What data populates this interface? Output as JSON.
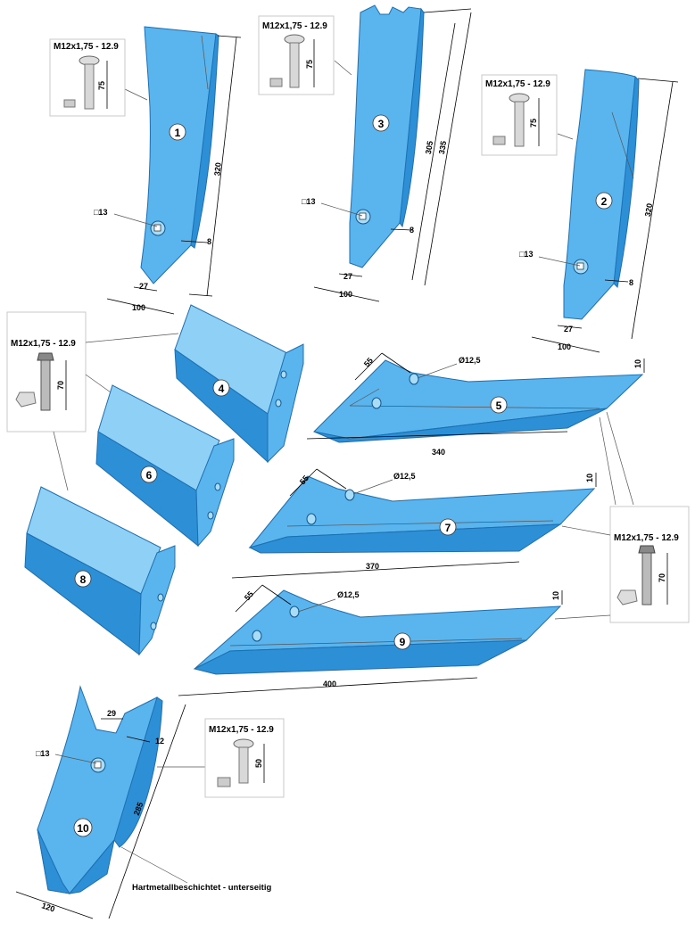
{
  "parts": [
    {
      "id": "part-1",
      "number": "1",
      "dims": [
        "320",
        "8",
        "27",
        "100"
      ],
      "square": "□13"
    },
    {
      "id": "part-3",
      "number": "3",
      "dims": [
        "305",
        "335",
        "8",
        "27",
        "100"
      ],
      "square": "□13"
    },
    {
      "id": "part-2",
      "number": "2",
      "dims": [
        "320",
        "8",
        "27",
        "100"
      ],
      "square": "□13"
    },
    {
      "id": "part-4",
      "number": "4"
    },
    {
      "id": "part-6",
      "number": "6"
    },
    {
      "id": "part-8",
      "number": "8"
    },
    {
      "id": "part-5",
      "number": "5",
      "dims": [
        "55",
        "Ø12,5",
        "10",
        "340"
      ]
    },
    {
      "id": "part-7",
      "number": "7",
      "dims": [
        "55",
        "Ø12,5",
        "10",
        "370"
      ]
    },
    {
      "id": "part-9",
      "number": "9",
      "dims": [
        "55",
        "Ø12,5",
        "10",
        "400"
      ]
    },
    {
      "id": "part-10",
      "number": "10",
      "dims": [
        "29",
        "12",
        "285",
        "120"
      ],
      "square": "□13"
    }
  ],
  "bolts": [
    {
      "id": "bolt-a",
      "spec": "M12x1,75 - 12.9",
      "length": "75"
    },
    {
      "id": "bolt-b",
      "spec": "M12x1,75 - 12.9",
      "length": "75"
    },
    {
      "id": "bolt-c",
      "spec": "M12x1,75 - 12.9",
      "length": "75"
    },
    {
      "id": "bolt-d",
      "spec": "M12x1,75 - 12.9",
      "length": "70"
    },
    {
      "id": "bolt-e",
      "spec": "M12x1,75 - 12.9",
      "length": "70"
    },
    {
      "id": "bolt-f",
      "spec": "M12x1,75 - 12.9",
      "length": "50"
    }
  ],
  "note": "Hartmetallbeschichtet - unterseitig"
}
